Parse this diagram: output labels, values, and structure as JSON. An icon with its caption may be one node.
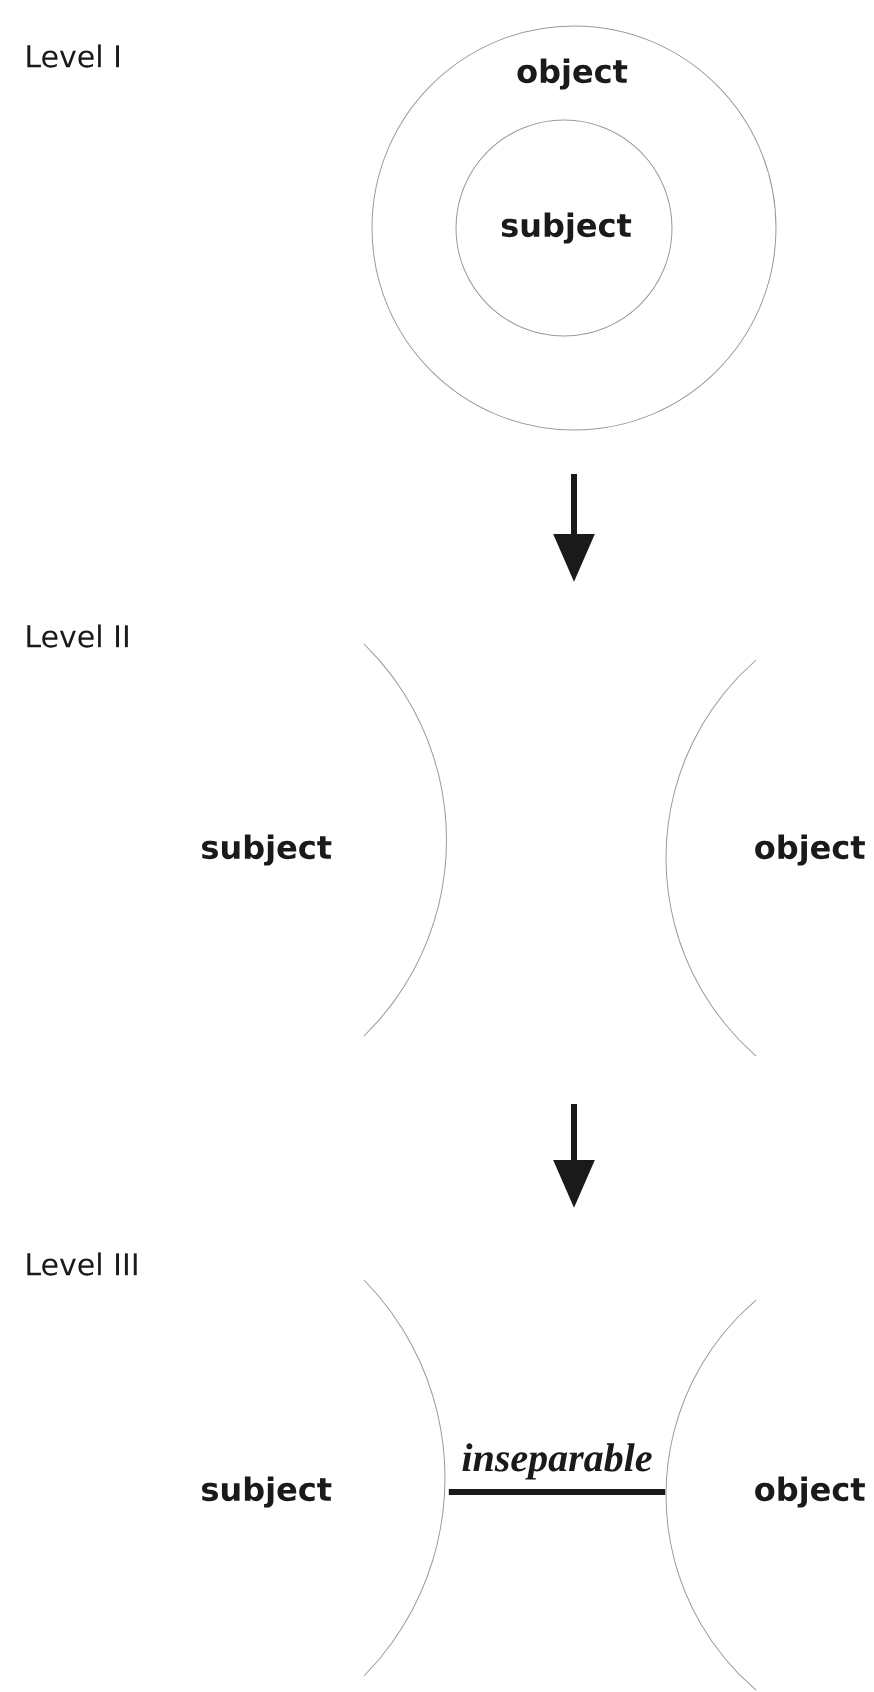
{
  "diagram": {
    "nodes": [
      {
        "text": [
          "object"
        ]
      },
      {
        "text": [
          "subject"
        ],
        "in": 0
      },
      {
        "text": [
          "subject"
        ]
      },
      {
        "text": [
          "object"
        ]
      },
      {
        "text": [
          "subject"
        ]
      },
      {
        "text": [
          "object"
        ]
      }
    ],
    "edges": [
      {
        "from": 4,
        "to": 5,
        "arrow": "none",
        "label": "inseparable"
      }
    ],
    "labels": [
      "Level I",
      "Level II",
      "Level III"
    ]
  }
}
